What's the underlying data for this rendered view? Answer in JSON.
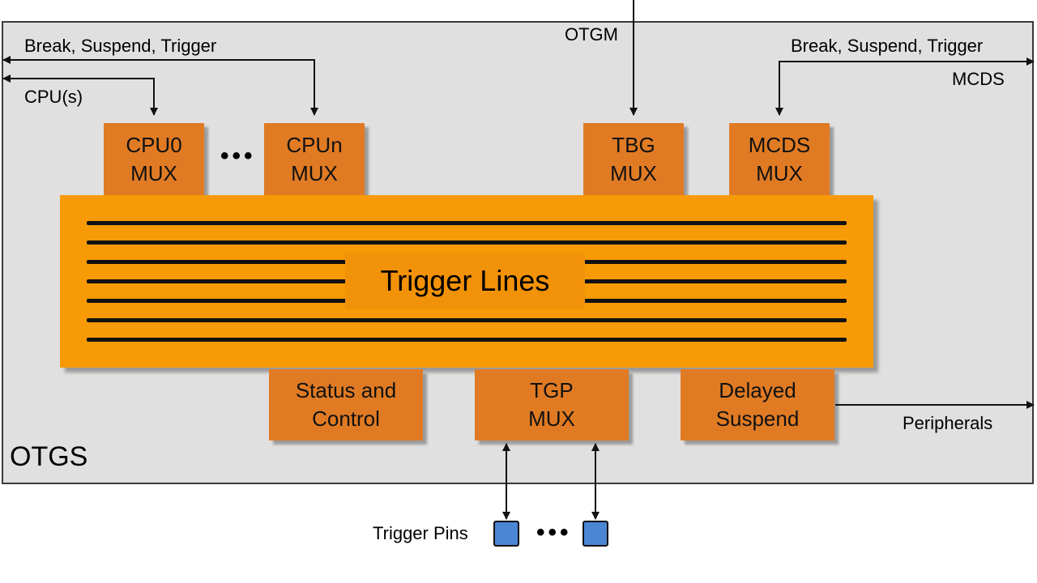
{
  "frame_label": "OTGS",
  "signals": {
    "break_left": "Break, Suspend, Trigger",
    "cpus": "CPU(s)",
    "otgm": "OTGM",
    "break_right": "Break, Suspend, Trigger",
    "mcds": "MCDS",
    "peripherals": "Peripherals",
    "trigger_pins": "Trigger Pins"
  },
  "blocks": {
    "cpu0": [
      "CPU0",
      "MUX"
    ],
    "cpun": [
      "CPUn",
      "MUX"
    ],
    "tbg": [
      "TBG",
      "MUX"
    ],
    "mcds": [
      "MCDS",
      "MUX"
    ],
    "status": [
      "Status and",
      "Control"
    ],
    "tgp": [
      "TGP",
      "MUX"
    ],
    "delayed": [
      "Delayed",
      "Suspend"
    ]
  },
  "bus_title": "Trigger Lines",
  "ellipsis": "•••",
  "colors": {
    "block_fill": "#e07b24",
    "bus_fill": "#f79a06",
    "pin_fill": "#4b86d4",
    "frame_fill": "#e0e0e0"
  }
}
